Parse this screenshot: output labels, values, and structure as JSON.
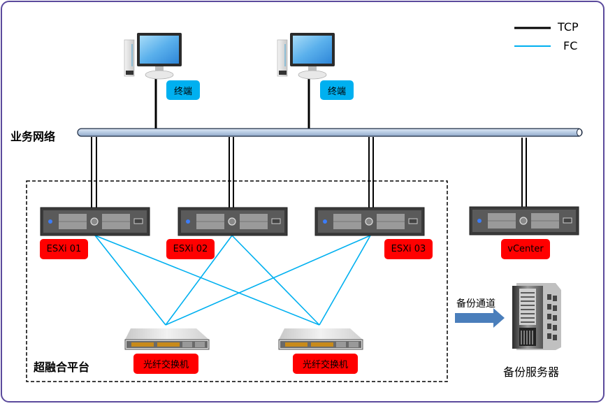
{
  "legend": {
    "items": [
      {
        "label": "TCP",
        "color": "#000000"
      },
      {
        "label": "FC",
        "color": "#00b0f0"
      }
    ]
  },
  "terminals": [
    {
      "label": "终端"
    },
    {
      "label": "终端"
    }
  ],
  "network": {
    "label": "业务网络"
  },
  "platform": {
    "label": "超融合平台"
  },
  "servers": [
    {
      "label": "ESXi 01"
    },
    {
      "label": "ESXi 02"
    },
    {
      "label": "ESXi 03"
    },
    {
      "label": "vCenter"
    }
  ],
  "switches": [
    {
      "label": "光纤交换机"
    },
    {
      "label": "光纤交换机"
    }
  ],
  "backup": {
    "channel_label": "备份通道",
    "server_label": "备份服务器"
  },
  "colors": {
    "frame": "#5b4a9c",
    "tcp": "#000000",
    "fc": "#00b0f0",
    "terminal_badge": "#00b0f0",
    "node_badge": "#ff0000",
    "bus": "#b8cce4",
    "arrow": "#4a7ebb"
  }
}
